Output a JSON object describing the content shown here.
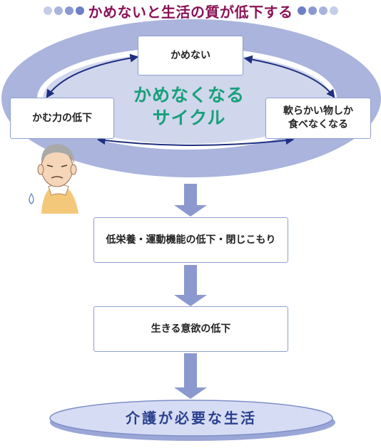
{
  "title": {
    "text": "かめないと生活の質が低下する"
  },
  "cycle": {
    "label_line1": "かめなくなる",
    "label_line2": "サイクル",
    "nodes": {
      "top": "かめない",
      "left": "かむ力の低下",
      "right_line1": "軟らかい物しか",
      "right_line2": "食べなくなる"
    }
  },
  "steps": {
    "step1": "低栄養・運動機能の低下・閉じこもり",
    "step2": "生きる意欲の低下"
  },
  "result": {
    "text": "介護が必要な生活"
  },
  "colors": {
    "title": "#8a1256",
    "cycle_label": "#17a07a",
    "ring": "#aab4dd",
    "arrow": "#1f2f80",
    "flow_arrow": "#8b99cf",
    "box_border": "#8f9fd2",
    "result_fill": "#d6dcf3",
    "result_text": "#2a3f8f"
  },
  "icons": {
    "person": "worried-elderly-person-illustration"
  }
}
